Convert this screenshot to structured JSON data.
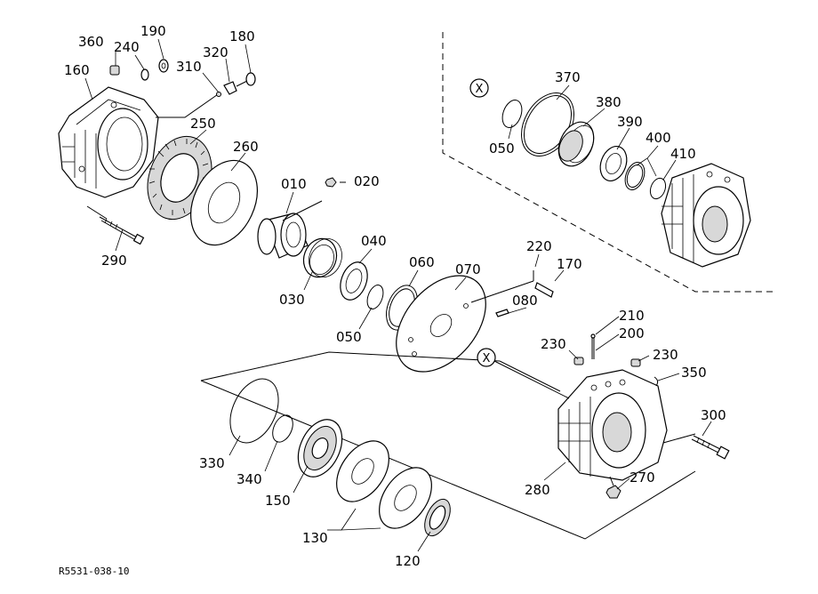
{
  "labels": {
    "l360": "360",
    "l190": "190",
    "l240": "240",
    "l180": "180",
    "l320": "320",
    "l310": "310",
    "l160": "160",
    "l250": "250",
    "l260": "260",
    "l010": "010",
    "l020": "020",
    "l290": "290",
    "l040": "040",
    "l030": "030",
    "l060": "060",
    "l070": "070",
    "l220": "220",
    "l170": "170",
    "l080": "080",
    "l050a": "050",
    "l050b": "050",
    "l370": "370",
    "l380": "380",
    "l390": "390",
    "l400": "400",
    "l410": "410",
    "l210": "210",
    "l200": "200",
    "l230a": "230",
    "l230b": "230",
    "l350": "350",
    "l300": "300",
    "l330": "330",
    "l340": "340",
    "l150": "150",
    "l280": "280",
    "l270": "270",
    "l130": "130",
    "l120": "120",
    "markX1": "X",
    "markX2": "X"
  },
  "figure_code": "R5531-038-10"
}
